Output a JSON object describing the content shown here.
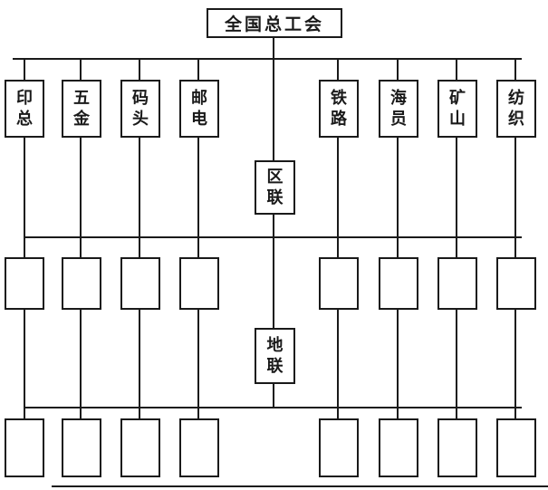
{
  "colors": {
    "ink": "#1a1a1a",
    "paper": "#ffffff"
  },
  "root": {
    "label": "全国总工会"
  },
  "row1": [
    {
      "label": "印总"
    },
    {
      "label": "五金"
    },
    {
      "label": "码头"
    },
    {
      "label": "邮电"
    },
    {
      "label": "铁路"
    },
    {
      "label": "海员"
    },
    {
      "label": "矿山"
    },
    {
      "label": "纺织"
    }
  ],
  "district_federation": {
    "label": "区联"
  },
  "local_federation": {
    "label": "地联"
  },
  "row2": [
    {
      "label": ""
    },
    {
      "label": ""
    },
    {
      "label": ""
    },
    {
      "label": ""
    },
    {
      "label": ""
    },
    {
      "label": ""
    },
    {
      "label": ""
    },
    {
      "label": ""
    }
  ],
  "row3": [
    {
      "label": ""
    },
    {
      "label": ""
    },
    {
      "label": ""
    },
    {
      "label": ""
    },
    {
      "label": ""
    },
    {
      "label": ""
    },
    {
      "label": ""
    },
    {
      "label": ""
    }
  ]
}
